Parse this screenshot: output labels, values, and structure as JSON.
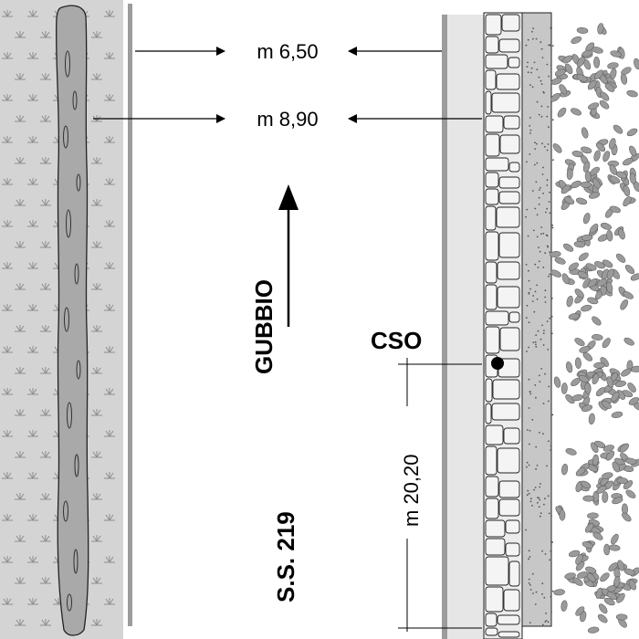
{
  "dimensions": {
    "width_upper": "m 6,50",
    "width_lower": "m 8,90",
    "distance": "m 20,20"
  },
  "labels": {
    "direction": "GUBBIO",
    "road": "S.S. 219",
    "station": "CSO"
  },
  "colors": {
    "verge": "#d4d4d4",
    "planter": "#a9a9a9",
    "paving": "#e6e6e6",
    "wall": "#c7c7c7",
    "foliage": "#9a9a9a",
    "line": "#000000"
  }
}
